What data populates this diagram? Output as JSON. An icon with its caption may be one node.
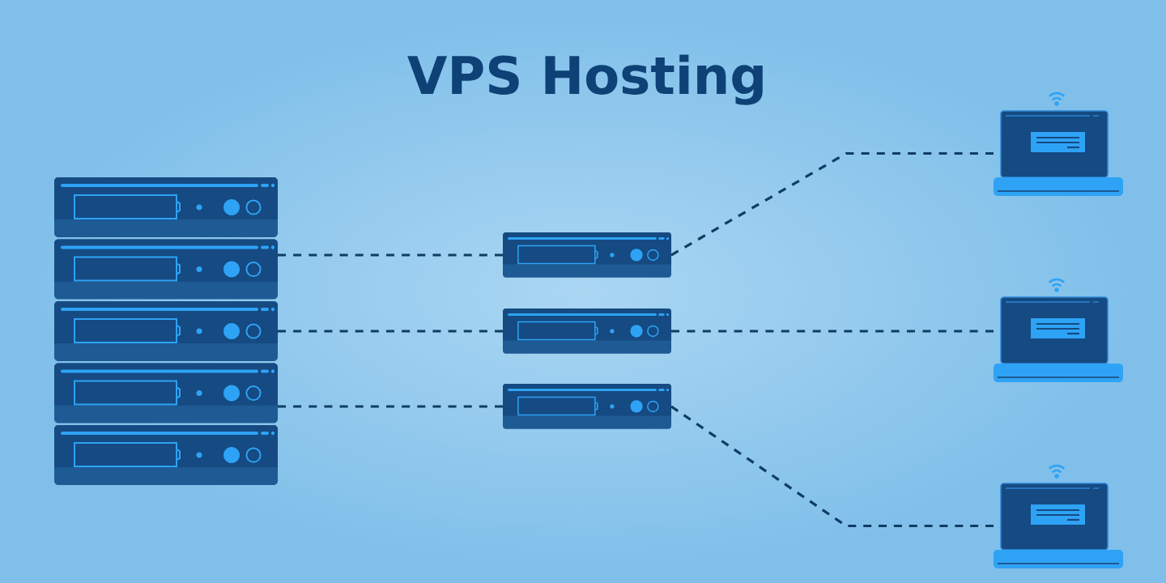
{
  "diagram": {
    "title": "VPS Hosting",
    "nodes": [
      {
        "text": [],
        "shape": "rack"
      },
      {
        "text": [],
        "shape": "server"
      },
      {
        "text": [],
        "shape": "server"
      },
      {
        "text": [],
        "shape": "server"
      },
      {
        "text": [],
        "shape": "laptop"
      },
      {
        "text": [],
        "shape": "laptop"
      },
      {
        "text": [],
        "shape": "laptop"
      }
    ],
    "edges": [
      {
        "from": 0,
        "to": 1,
        "arrow": "none",
        "style": "dashed"
      },
      {
        "from": 0,
        "to": 2,
        "arrow": "none",
        "style": "dashed"
      },
      {
        "from": 0,
        "to": 3,
        "arrow": "none",
        "style": "dashed"
      },
      {
        "from": 1,
        "to": 4,
        "arrow": "none",
        "style": "dashed"
      },
      {
        "from": 2,
        "to": 5,
        "arrow": "none",
        "style": "dashed"
      },
      {
        "from": 3,
        "to": 6,
        "arrow": "none",
        "style": "dashed"
      }
    ]
  }
}
